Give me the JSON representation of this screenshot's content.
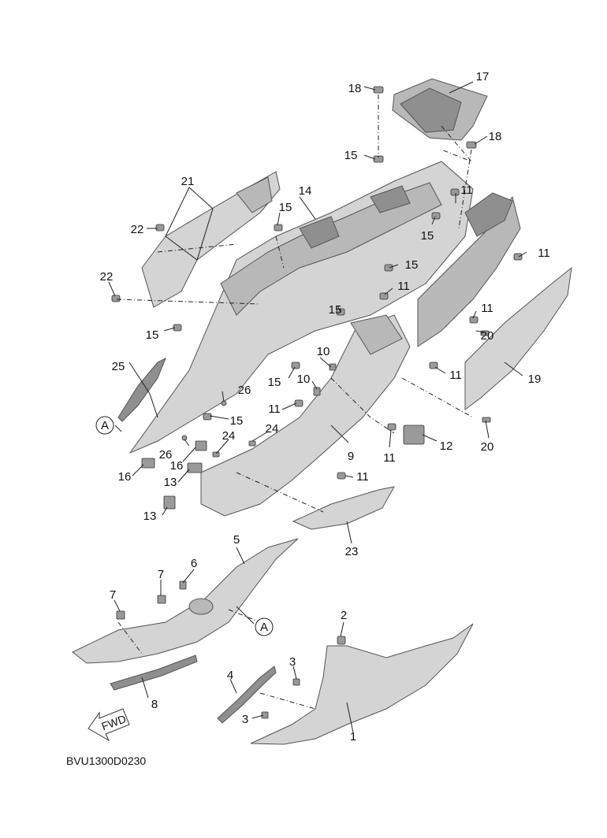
{
  "diagram": {
    "drawing_code": "BVU1300D0230",
    "fwd_label": "FWD",
    "reference_marker": "A",
    "callouts": {
      "c1": "1",
      "c2": "2",
      "c3a": "3",
      "c3b": "3",
      "c4": "4",
      "c5": "5",
      "c6": "6",
      "c7a": "7",
      "c7b": "7",
      "c8": "8",
      "c9": "9",
      "c10a": "10",
      "c10b": "10",
      "c11a": "11",
      "c11b": "11",
      "c11c": "11",
      "c11d": "11",
      "c11e": "11",
      "c11f": "11",
      "c11g": "11",
      "c11h": "11",
      "c12": "12",
      "c13a": "13",
      "c13b": "13",
      "c14": "14",
      "c15a": "15",
      "c15b": "15",
      "c15c": "15",
      "c15d": "15",
      "c15e": "15",
      "c15f": "15",
      "c15g": "15",
      "c15h": "15",
      "c16a": "16",
      "c16b": "16",
      "c17": "17",
      "c18a": "18",
      "c18b": "18",
      "c19": "19",
      "c20a": "20",
      "c20b": "20",
      "c21": "21",
      "c22a": "22",
      "c22b": "22",
      "c23": "23",
      "c24a": "24",
      "c24b": "24",
      "c25": "25",
      "c26a": "26",
      "c26b": "26"
    }
  }
}
